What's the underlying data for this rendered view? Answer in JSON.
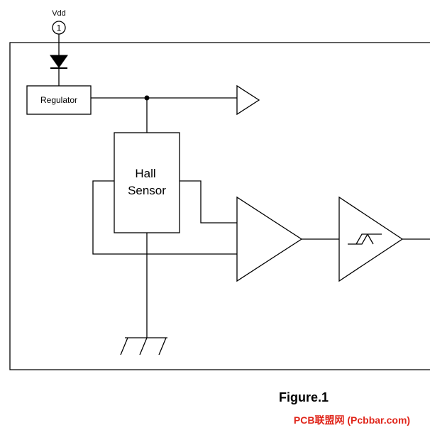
{
  "diagram": {
    "supply_label": "Vdd",
    "pin_number": "1",
    "regulator_label": "Regulator",
    "hall_line1": "Hall",
    "hall_line2": "Sensor"
  },
  "caption": "Figure.1",
  "watermark": "PCB联盟网 (Pcbbar.com)",
  "colors": {
    "line": "#000000",
    "watermark": "#e0261b"
  }
}
